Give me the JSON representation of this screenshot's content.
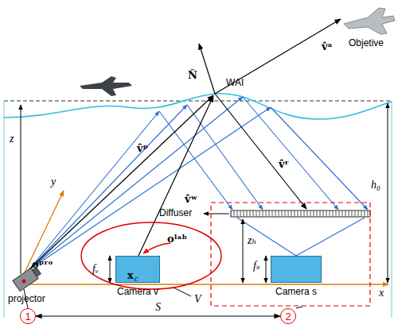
{
  "diagram": {
    "nodes": [
      {
        "text": [
          "1"
        ]
      },
      {
        "text": [
          "2"
        ]
      },
      {
        "text": [
          "Camera v"
        ]
      },
      {
        "text": [
          "Camera s"
        ]
      }
    ],
    "edges": [
      {
        "from": 0,
        "to": 1,
        "arrow": "both",
        "label": "S"
      }
    ],
    "labels": [
      "Objetive",
      "WAI",
      "N̂",
      "v̂ᵃ",
      "v̂ᵖ",
      "v̂ʷ",
      "v̂ʳ",
      "z",
      "y",
      "x",
      "h₀",
      "Diffuser",
      "zₕ",
      "fₛ",
      "fᵥ",
      "x",
      "c",
      "oˡᵃᵇ",
      "oᵖʳᵒ",
      "projector",
      "V"
    ]
  }
}
